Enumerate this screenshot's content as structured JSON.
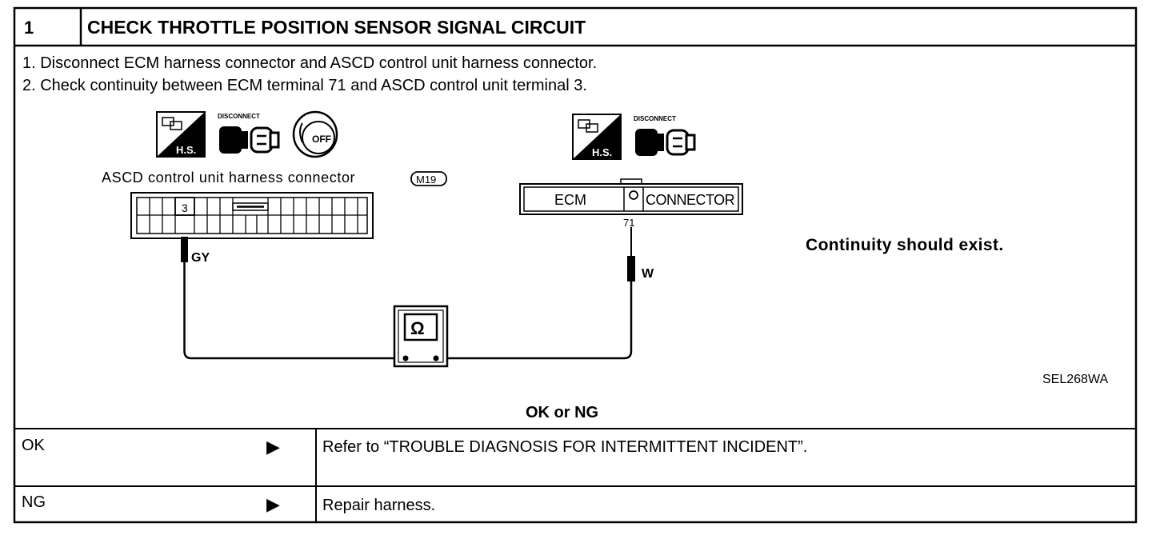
{
  "step": {
    "number": "1",
    "title": "CHECK THROTTLE POSITION SENSOR SIGNAL CIRCUIT"
  },
  "instructions": [
    "1.  Disconnect ECM harness connector and ASCD control unit harness connector.",
    "2.  Check continuity between ECM terminal 71 and ASCD control unit terminal 3."
  ],
  "diagram": {
    "icon_hs_label": "H.S.",
    "icon_disconnect_label": "DISCONNECT",
    "icon_off_label": "OFF",
    "left_connector_label": "ASCD control unit harness connector",
    "left_connector_code": "M19",
    "left_terminal": "3",
    "left_wire_color": "GY",
    "ecm_label": "ECM",
    "ecm_connector_label": "CONNECTOR",
    "right_terminal": "71",
    "right_wire_color": "W",
    "meter_symbol": "Ω",
    "result_text": "Continuity should exist.",
    "figure_code": "SEL268WA"
  },
  "decision_label": "OK or NG",
  "results": [
    {
      "label": "OK",
      "arrow": "▶",
      "action": "Refer to “TROUBLE DIAGNOSIS FOR INTERMITTENT INCIDENT”."
    },
    {
      "label": "NG",
      "arrow": "▶",
      "action": "Repair harness."
    }
  ]
}
